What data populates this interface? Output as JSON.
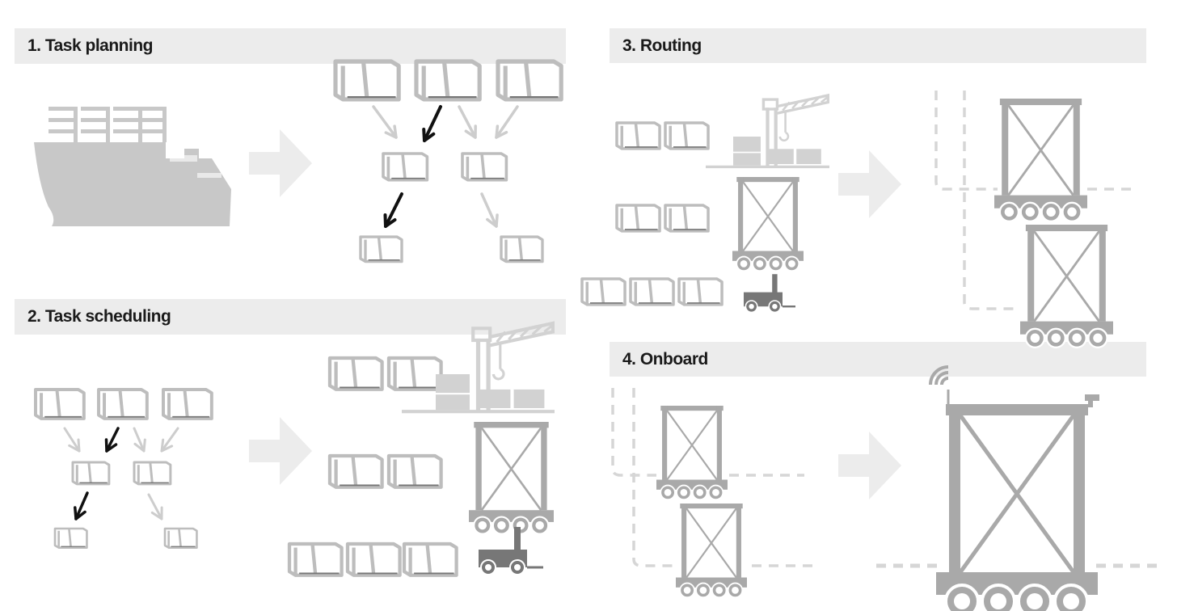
{
  "panels": [
    {
      "id": "task-planning",
      "title": "1. Task planning"
    },
    {
      "id": "task-scheduling",
      "title": "2. Task scheduling"
    },
    {
      "id": "routing",
      "title": "3. Routing"
    },
    {
      "id": "onboard",
      "title": "4. Onboard"
    }
  ],
  "colors": {
    "header_bg": "#ececec",
    "header_text": "#1a1a1a",
    "container": "#bdbdbd",
    "arrow_light": "#cdcdcd",
    "arrow_dark": "#111111",
    "ship": "#c8c8c8",
    "big_arrow": "#ececec",
    "vehicle": "#a9a9a9",
    "vehicle_dark": "#777777",
    "path": "#d6d6d6"
  },
  "icons": [
    "ship-icon",
    "container-icon",
    "quay-crane-icon",
    "straddle-carrier-icon",
    "forklift-icon",
    "wifi-signal-icon"
  ]
}
